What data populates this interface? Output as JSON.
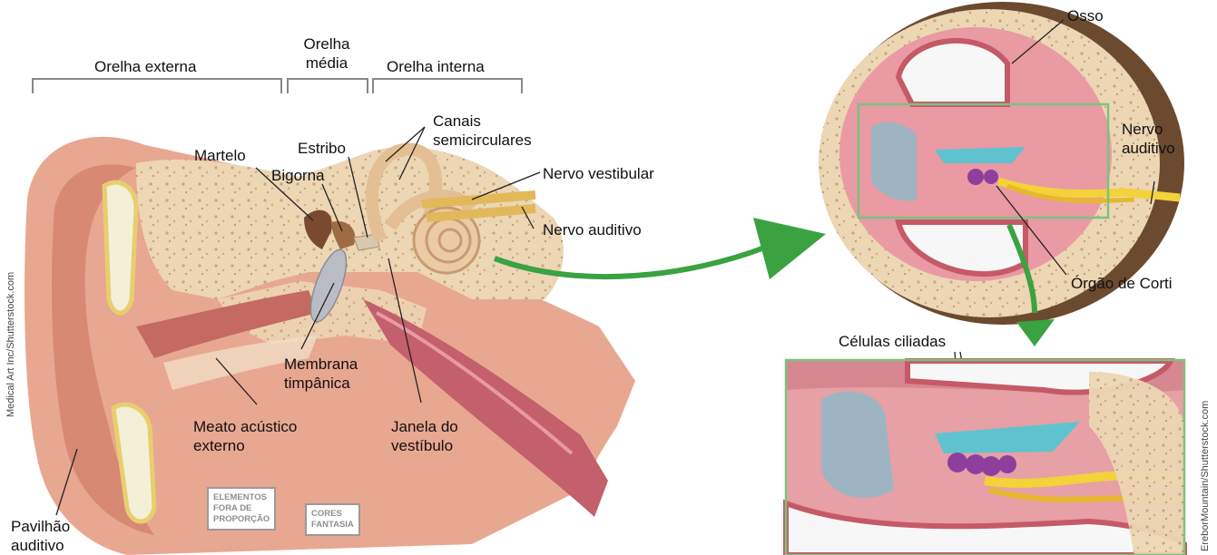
{
  "brackets": {
    "outer": "Orelha externa",
    "middle_line1": "Orelha",
    "middle_line2": "média",
    "inner": "Orelha interna"
  },
  "labels": {
    "martelo": "Martelo",
    "bigorna": "Bigorna",
    "estribo": "Estribo",
    "canais_line1": "Canais",
    "canais_line2": "semicirculares",
    "nervo_vestibular": "Nervo vestibular",
    "nervo_auditivo": "Nervo auditivo",
    "membrana_line1": "Membrana",
    "membrana_line2": "timpânica",
    "meato_line1": "Meato acústico",
    "meato_line2": "externo",
    "janela_line1": "Janela do",
    "janela_line2": "vestíbulo",
    "pavilhao_line1": "Pavilhão",
    "pavilhao_line2": "auditivo",
    "osso": "Osso",
    "nervo_aud_right_line1": "Nervo",
    "nervo_aud_right_line2": "auditivo",
    "orgao_corti": "Órgão de Corti",
    "celulas_ciliadas": "Células ciliadas"
  },
  "tags": {
    "proporcao": [
      "ELEMENTOS",
      "FORA DE",
      "PROPORÇÃO"
    ],
    "fantasia": [
      "CORES",
      "FANTASIA"
    ]
  },
  "credits": {
    "left": "Medical Art Inc/Shutterstock.com",
    "right": "EreborMountain/Shutterstock.com"
  },
  "colors": {
    "skin": "#e8a791",
    "skin_dark": "#c97b68",
    "bone": "#e9cfa9",
    "bone_spots": "#c9a47f",
    "bone_dark": "#8a5a3a",
    "flesh": "#d9767a",
    "arrow_green": "#3aa241",
    "frame_green": "#7cc27f",
    "nerve_yellow": "#f3d23a",
    "membrane_blue": "#5fc3cf",
    "hair_purple": "#8e3f9e"
  }
}
